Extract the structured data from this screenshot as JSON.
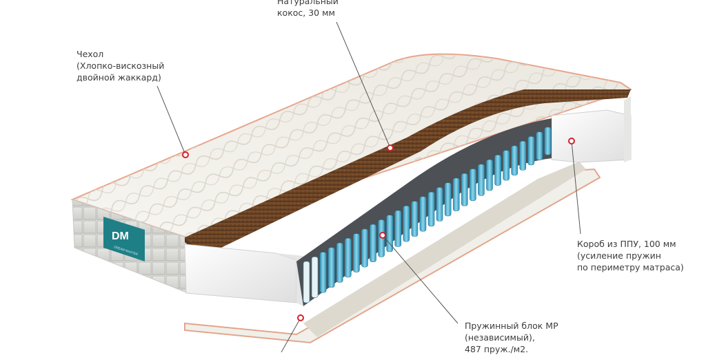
{
  "labels": {
    "coconut": [
      "Натуральный",
      "кокос, 30 мм"
    ],
    "cover": [
      "Чехол",
      "(Хлопко-вискозный",
      "двойной жаккард)"
    ],
    "foam": [
      "Короб из ППУ, 100 мм",
      "(усиление пружин",
      "по периметру матраса)"
    ],
    "springs": [
      "Пружинный блок МР",
      "(независимый),",
      "487 пруж./м2."
    ]
  },
  "logo": {
    "mark": "DM",
    "wordmark": "DREAM MASTER"
  },
  "colors": {
    "cover": "#f1efe9",
    "coconut": "#6b4326",
    "foam": "#f4f4f4",
    "springs": "#4fb6d6",
    "logo_bg": "#1f7f86",
    "marker": "#d4202a",
    "leader": "#555555"
  }
}
